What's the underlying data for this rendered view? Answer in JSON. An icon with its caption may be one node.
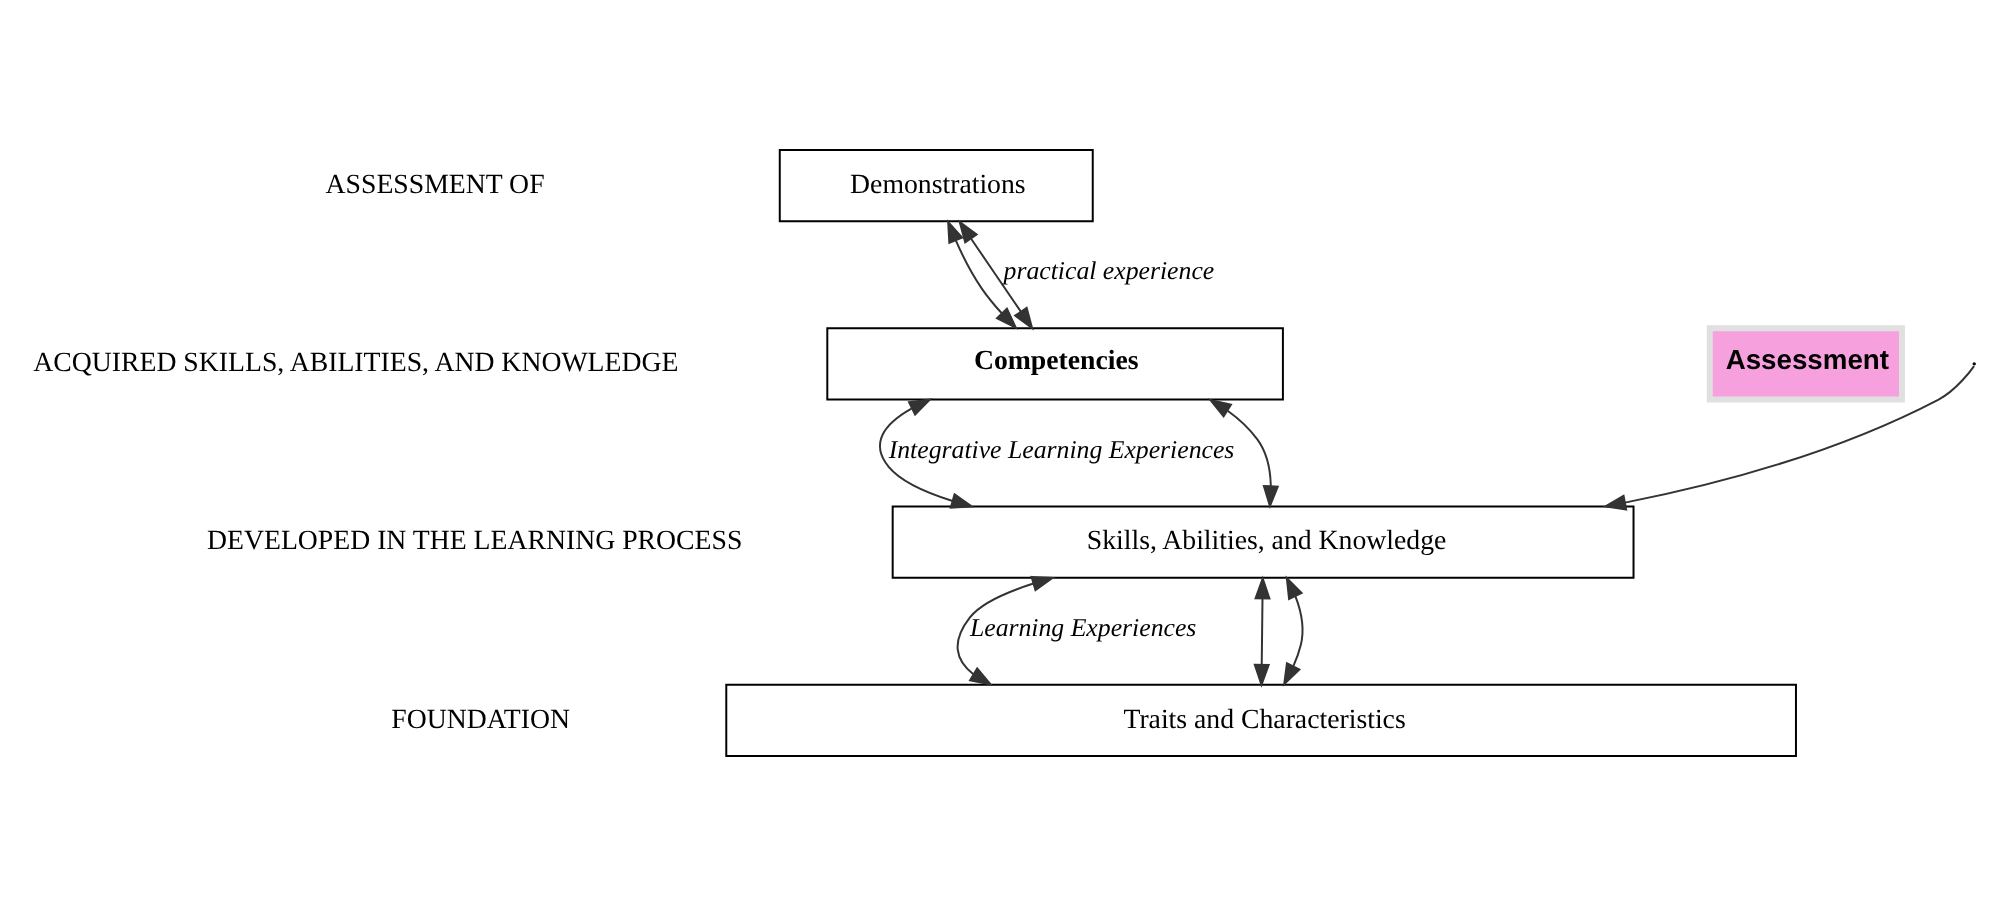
{
  "diagram": {
    "nodes": [
      {
        "text": [
          "Demonstrations"
        ]
      },
      {
        "text": [
          "Competencies"
        ]
      },
      {
        "text": [
          "Skills, Abilities, and Knowledge"
        ]
      },
      {
        "text": [
          "Traits and Characteristics"
        ]
      },
      {
        "text": [
          "Assessment"
        ]
      }
    ],
    "edges": [
      {
        "from": 0,
        "to": 1,
        "arrow": "both",
        "label": "practical experience"
      },
      {
        "from": 0,
        "to": 1,
        "arrow": "both"
      },
      {
        "from": 1,
        "to": 2,
        "arrow": "both",
        "label": "Integrative Learning Experiences"
      },
      {
        "from": 1,
        "to": 2,
        "arrow": "both"
      },
      {
        "from": null,
        "to": 2,
        "arrow": "to"
      },
      {
        "from": 2,
        "to": 3,
        "arrow": "both"
      },
      {
        "from": 2,
        "to": 3,
        "arrow": "both",
        "label": "Learning Experiences"
      },
      {
        "from": 2,
        "to": 3,
        "arrow": "both"
      }
    ],
    "labels": [
      "ASSESSMENT OF",
      "ACQUIRED SKILLS, ABILITIES, AND KNOWLEDGE",
      "DEVELOPED IN THE LEARNING PROCESS",
      "FOUNDATION"
    ]
  }
}
